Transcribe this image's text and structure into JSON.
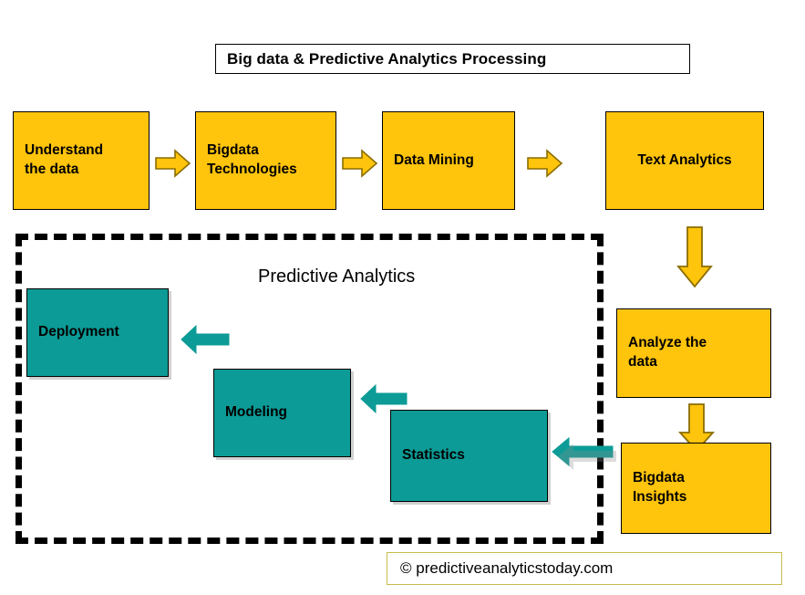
{
  "title": {
    "text": "Big data & Predictive Analytics Processing"
  },
  "colors": {
    "yellow_fill": "#FFC40C",
    "yellow_arrow_stroke": "#8A6D00",
    "teal_fill": "#0C9B96",
    "box_border": "#000000",
    "footer_border": "#C8BC4A",
    "background": "#FFFFFF"
  },
  "pipeline": {
    "top_row": [
      {
        "label": "Understand\nthe data",
        "align": "left",
        "color": "yellow"
      },
      {
        "label": "Bigdata\nTechnologies",
        "align": "left",
        "color": "yellow"
      },
      {
        "label": "Data Mining",
        "align": "left",
        "color": "yellow"
      },
      {
        "label": "Text Analytics",
        "align": "center",
        "color": "yellow"
      }
    ],
    "right_column": [
      {
        "label": "Analyze the\ndata",
        "align": "left",
        "color": "yellow"
      },
      {
        "label": "Bigdata\nInsights",
        "align": "left",
        "color": "yellow"
      }
    ],
    "predictive_region": {
      "label": "Predictive Analytics",
      "boxes": [
        {
          "label": "Deployment",
          "align": "left",
          "color": "teal"
        },
        {
          "label": "Modeling",
          "align": "left",
          "color": "teal"
        },
        {
          "label": "Statistics",
          "align": "left",
          "color": "teal"
        }
      ]
    }
  },
  "arrows": [
    {
      "name": "arrow-understand-to-bigdata",
      "direction": "right",
      "color": "yellow"
    },
    {
      "name": "arrow-bigdata-to-datamining",
      "direction": "right",
      "color": "yellow"
    },
    {
      "name": "arrow-datamining-to-textanalytics",
      "direction": "right",
      "color": "yellow"
    },
    {
      "name": "arrow-textanalytics-to-analyze",
      "direction": "down",
      "color": "yellow"
    },
    {
      "name": "arrow-analyze-to-insights",
      "direction": "down",
      "color": "yellow"
    },
    {
      "name": "arrow-insights-to-statistics",
      "direction": "left",
      "color": "teal"
    },
    {
      "name": "arrow-statistics-to-modeling",
      "direction": "left",
      "color": "teal"
    },
    {
      "name": "arrow-modeling-to-deployment",
      "direction": "left",
      "color": "teal"
    }
  ],
  "footer": {
    "text": "© predictiveanalyticstoday.com"
  }
}
